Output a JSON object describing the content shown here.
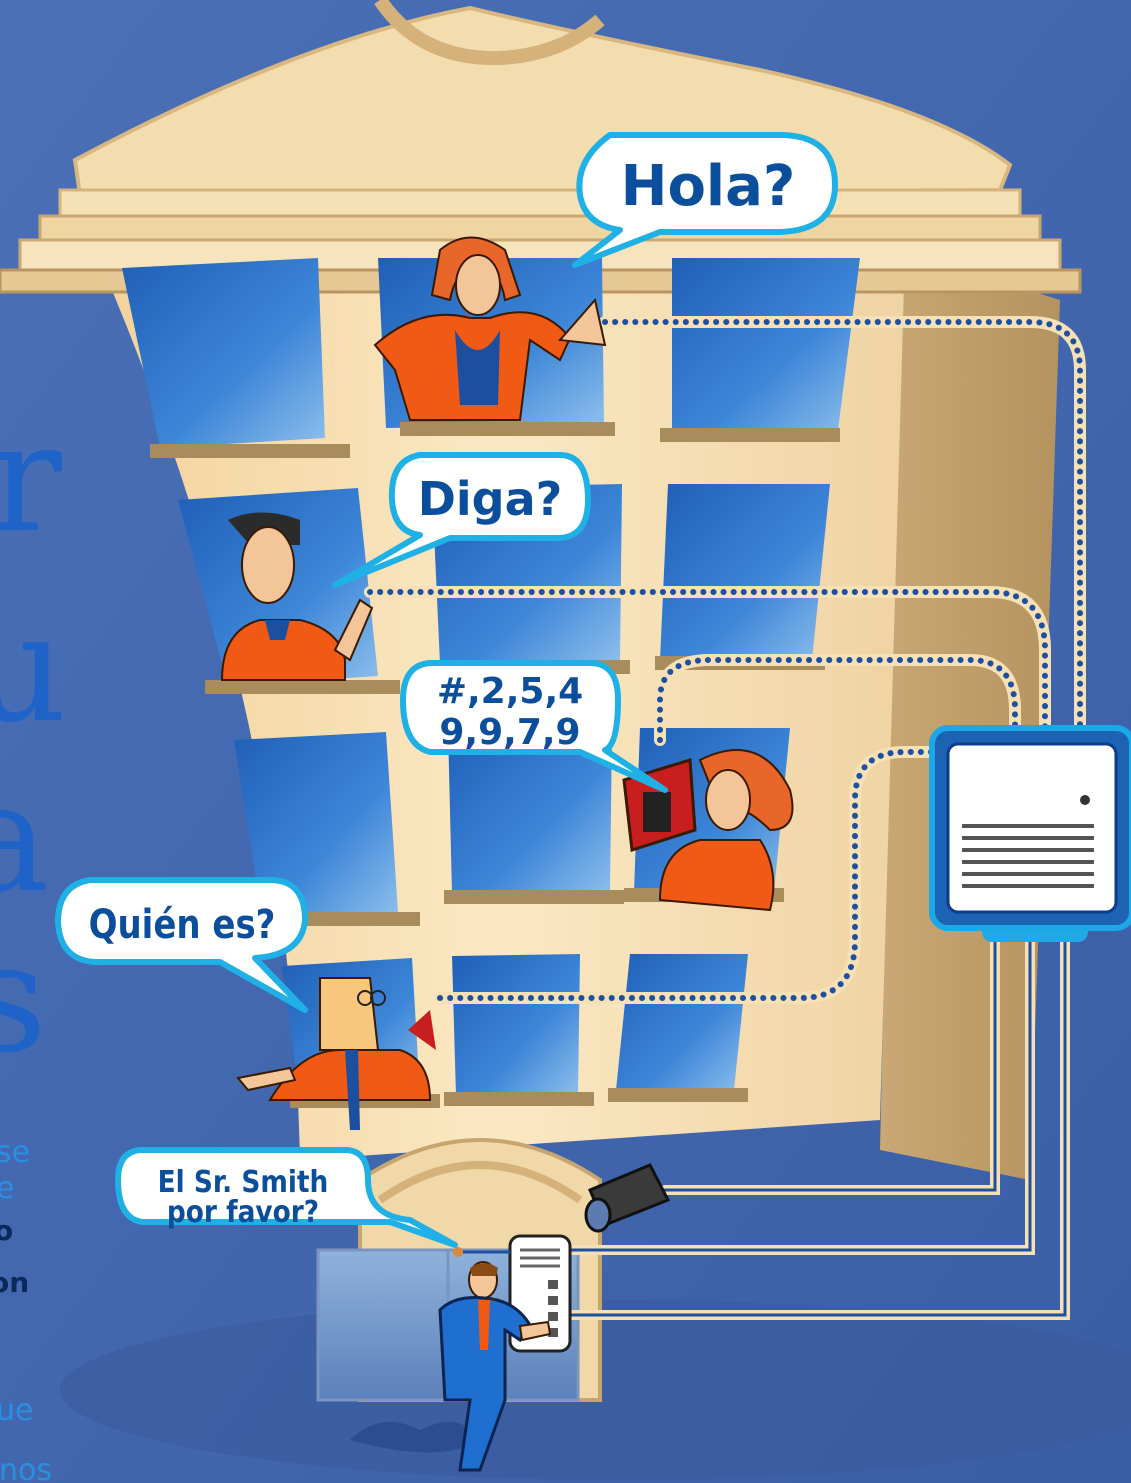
{
  "colors": {
    "background": "#3f66ad",
    "building_facade": "#f6dfae",
    "building_side": "#d3b584",
    "window_glass": "#2f72c6",
    "bubble_fill": "#ffffff",
    "bubble_stroke": "#1fb0e6",
    "bubble_text": "#0b4f9c",
    "wire": "#1e4fa0",
    "shirt_orange": "#f05a14"
  },
  "bubbles": {
    "hola": "Hola?",
    "diga": "Diga?",
    "codes_line1": "#,2,5,4",
    "codes_line2": "9,9,7,9",
    "quien": "Quién es?",
    "smith_line1": "El Sr. Smith",
    "smith_line2": "por favor?"
  },
  "left_edge": {
    "letters": [
      "r",
      "u",
      "a",
      "s"
    ],
    "caption_fragments": [
      "se",
      "e",
      "o",
      "on",
      "ue",
      "unos"
    ]
  },
  "icons": {
    "controller": "pbx-controller-icon",
    "camera": "security-camera-icon",
    "door_panel": "door-intercom-panel-icon"
  }
}
